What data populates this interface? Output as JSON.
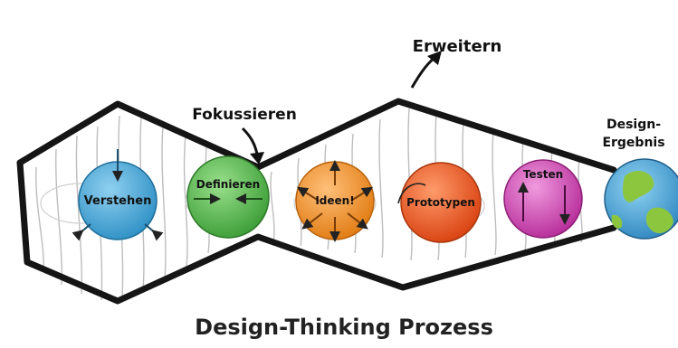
{
  "title": "Design-Thinking Prozess",
  "annotations": {
    "fokussieren": "Fokussieren",
    "erweitern": "Erweitern",
    "result_line1": "Design-",
    "result_line2": "Ergebnis"
  },
  "stages": [
    {
      "label": "Verstehen",
      "color": "#3aa6dc"
    },
    {
      "label": "Definieren",
      "color": "#4cb847"
    },
    {
      "label": "Ideen!",
      "color": "#f28a1c"
    },
    {
      "label": "Prototypen",
      "color": "#e8521e"
    },
    {
      "label": "Testen",
      "color": "#d33fb1"
    }
  ],
  "result_globe": {
    "water": "#3ea3d6",
    "land": "#8cc63f"
  }
}
